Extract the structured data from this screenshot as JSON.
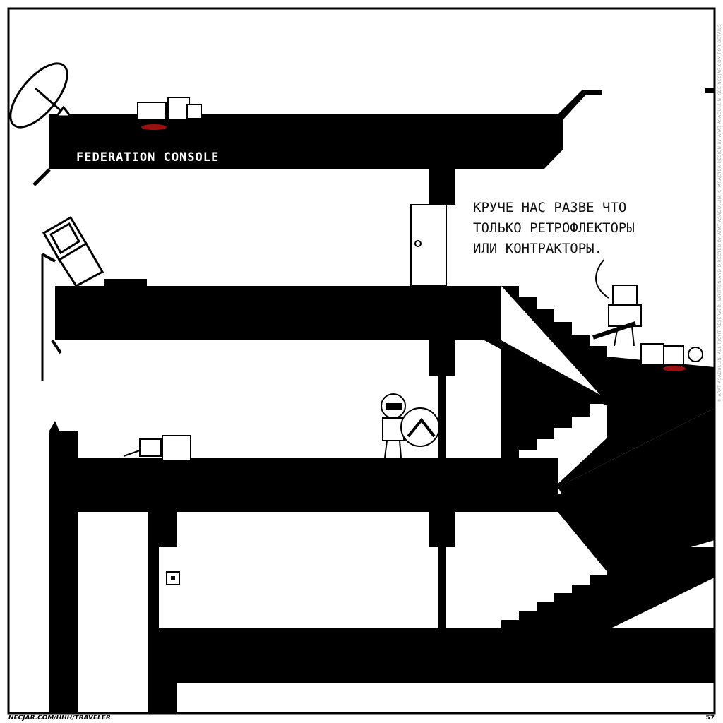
{
  "panel": {
    "console_label": "FEDERATION CONSOLE",
    "speech_bubble": {
      "lines": [
        "КРУЧЕ НАС РАЗВЕ ЧТО",
        "ТОЛЬКО РЕТРОФЛЕКТОРЫ",
        "ИЛИ КОНТРАКТОРЫ."
      ]
    }
  },
  "footer": {
    "url": "NECJAR.COM/HHH/TRAVELER",
    "page_number": "57",
    "credits": "© ARAT ASADULLIN, ALL RIGHT RESERVED.   WRITTEN AND DIRECTED BY ARAT ASADULLIN.   CHARACTER DESIGN BY ARAT ASADULLIN.   SEE NECJAR.COM FOR DETAILS"
  },
  "colors": {
    "ink": "#000000",
    "paper": "#ffffff",
    "blood": "#9b1010"
  }
}
